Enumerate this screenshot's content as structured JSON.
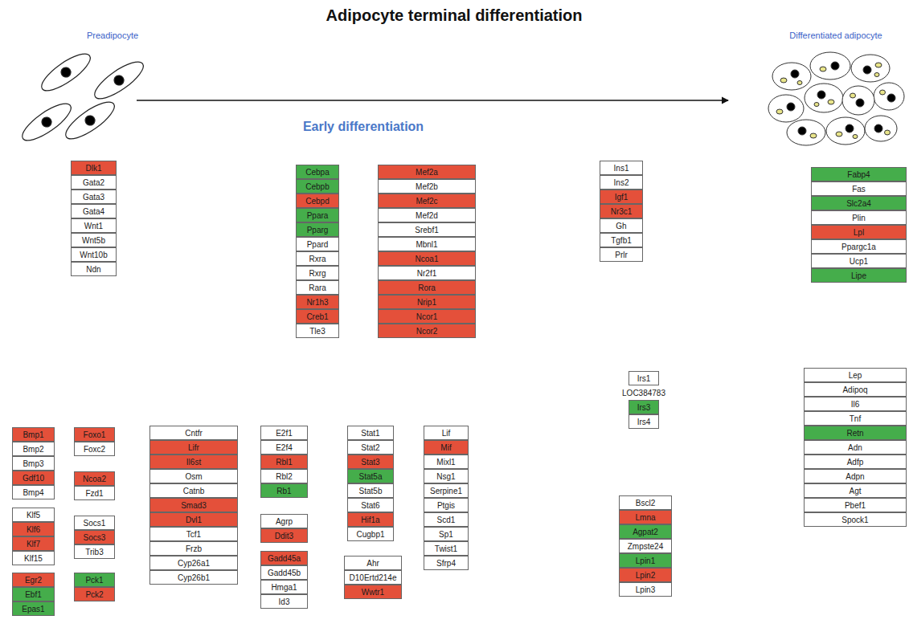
{
  "diagram": {
    "title": "Adipocyte terminal differentiation",
    "nodes": [
      {
        "text": [
          "Dlk1"
        ]
      },
      {
        "text": [
          "Gata2"
        ]
      },
      {
        "text": [
          "Gata3"
        ]
      },
      {
        "text": [
          "Gata4"
        ]
      },
      {
        "text": [
          "Wnt1"
        ]
      },
      {
        "text": [
          "Wnt5b"
        ]
      },
      {
        "text": [
          "Wnt10b"
        ]
      },
      {
        "text": [
          "Ndn"
        ]
      },
      {
        "text": [
          "Cebpa"
        ]
      },
      {
        "text": [
          "Cebpb"
        ]
      },
      {
        "text": [
          "Cebpd"
        ]
      },
      {
        "text": [
          "Ppara"
        ]
      },
      {
        "text": [
          "Pparg"
        ]
      },
      {
        "text": [
          "Ppard"
        ]
      },
      {
        "text": [
          "Rxra"
        ]
      },
      {
        "text": [
          "Rxrg"
        ]
      },
      {
        "text": [
          "Rara"
        ]
      },
      {
        "text": [
          "Nr1h3"
        ]
      },
      {
        "text": [
          "Creb1"
        ]
      },
      {
        "text": [
          "Tle3"
        ]
      },
      {
        "text": [
          "Mef2a"
        ]
      },
      {
        "text": [
          "Mef2b"
        ]
      },
      {
        "text": [
          "Mef2c"
        ]
      },
      {
        "text": [
          "Mef2d"
        ]
      },
      {
        "text": [
          "Srebf1"
        ]
      },
      {
        "text": [
          "Mbnl1"
        ]
      },
      {
        "text": [
          "Ncoa1"
        ]
      },
      {
        "text": [
          "Nr2f1"
        ]
      },
      {
        "text": [
          "Rora"
        ]
      },
      {
        "text": [
          "Nrip1"
        ]
      },
      {
        "text": [
          "Ncor1"
        ]
      },
      {
        "text": [
          "Ncor2"
        ]
      },
      {
        "text": [
          "Ins1"
        ]
      },
      {
        "text": [
          "Ins2"
        ]
      },
      {
        "text": [
          "Igf1"
        ]
      },
      {
        "text": [
          "Nr3c1"
        ]
      },
      {
        "text": [
          "Gh"
        ]
      },
      {
        "text": [
          "Tgfb1"
        ]
      },
      {
        "text": [
          "Prlr"
        ]
      },
      {
        "text": [
          "Fabp4"
        ]
      },
      {
        "text": [
          "Fas"
        ]
      },
      {
        "text": [
          "Slc2a4"
        ]
      },
      {
        "text": [
          "Plin"
        ]
      },
      {
        "text": [
          "Lpl"
        ]
      },
      {
        "text": [
          "Ppargc1a"
        ]
      },
      {
        "text": [
          "Ucp1"
        ]
      },
      {
        "text": [
          "Lipe"
        ]
      },
      {
        "text": [
          "Irs1"
        ]
      },
      {
        "text": [
          "LOC384783"
        ]
      },
      {
        "text": [
          "Irs3"
        ]
      },
      {
        "text": [
          "Irs4"
        ]
      },
      {
        "text": [
          "Lep"
        ]
      },
      {
        "text": [
          "Adipoq"
        ]
      },
      {
        "text": [
          "Il6"
        ]
      },
      {
        "text": [
          "Tnf"
        ]
      },
      {
        "text": [
          "Retn"
        ]
      },
      {
        "text": [
          "Adn"
        ]
      },
      {
        "text": [
          "Adfp"
        ]
      },
      {
        "text": [
          "Adpn"
        ]
      },
      {
        "text": [
          "Agt"
        ]
      },
      {
        "text": [
          "Pbef1"
        ]
      },
      {
        "text": [
          "Spock1"
        ]
      },
      {
        "text": [
          "Bmp1"
        ]
      },
      {
        "text": [
          "Bmp2"
        ]
      },
      {
        "text": [
          "Bmp3"
        ]
      },
      {
        "text": [
          "Gdf10"
        ]
      },
      {
        "text": [
          "Bmp4"
        ]
      },
      {
        "text": [
          "Klf5"
        ]
      },
      {
        "text": [
          "Klf6"
        ]
      },
      {
        "text": [
          "Klf7"
        ]
      },
      {
        "text": [
          "Klf15"
        ]
      },
      {
        "text": [
          "Egr2"
        ]
      },
      {
        "text": [
          "Ebf1"
        ]
      },
      {
        "text": [
          "Epas1"
        ]
      },
      {
        "text": [
          "Foxo1"
        ]
      },
      {
        "text": [
          "Foxc2"
        ]
      },
      {
        "text": [
          "Ncoa2"
        ]
      },
      {
        "text": [
          "Fzd1"
        ]
      },
      {
        "text": [
          "Socs1"
        ]
      },
      {
        "text": [
          "Socs3"
        ]
      },
      {
        "text": [
          "Trib3"
        ]
      },
      {
        "text": [
          "Pck1"
        ]
      },
      {
        "text": [
          "Pck2"
        ]
      },
      {
        "text": [
          "Cntfr"
        ]
      },
      {
        "text": [
          "Lifr"
        ]
      },
      {
        "text": [
          "Il6st"
        ]
      },
      {
        "text": [
          "Osm"
        ]
      },
      {
        "text": [
          "Catnb"
        ]
      },
      {
        "text": [
          "Smad3"
        ]
      },
      {
        "text": [
          "Dvl1"
        ]
      },
      {
        "text": [
          "Tcf1"
        ]
      },
      {
        "text": [
          "Frzb"
        ]
      },
      {
        "text": [
          "Cyp26a1"
        ]
      },
      {
        "text": [
          "Cyp26b1"
        ]
      },
      {
        "text": [
          "E2f1"
        ]
      },
      {
        "text": [
          "E2f4"
        ]
      },
      {
        "text": [
          "Rbl1"
        ]
      },
      {
        "text": [
          "Rbl2"
        ]
      },
      {
        "text": [
          "Rb1"
        ]
      },
      {
        "text": [
          "Agrp"
        ]
      },
      {
        "text": [
          "Ddit3"
        ]
      },
      {
        "text": [
          "Gadd45a"
        ]
      },
      {
        "text": [
          "Gadd45b"
        ]
      },
      {
        "text": [
          "Hmga1"
        ]
      },
      {
        "text": [
          "Id3"
        ]
      },
      {
        "text": [
          "Stat1"
        ]
      },
      {
        "text": [
          "Stat2"
        ]
      },
      {
        "text": [
          "Stat3"
        ]
      },
      {
        "text": [
          "Stat5a"
        ]
      },
      {
        "text": [
          "Stat5b"
        ]
      },
      {
        "text": [
          "Stat6"
        ]
      },
      {
        "text": [
          "Hif1a"
        ]
      },
      {
        "text": [
          "Cugbp1"
        ]
      },
      {
        "text": [
          "Ahr"
        ]
      },
      {
        "text": [
          "D10Ertd214e"
        ]
      },
      {
        "text": [
          "Wwtr1"
        ]
      },
      {
        "text": [
          "Lif"
        ]
      },
      {
        "text": [
          "Mif"
        ]
      },
      {
        "text": [
          "Mixl1"
        ]
      },
      {
        "text": [
          "Nsg1"
        ]
      },
      {
        "text": [
          "Serpine1"
        ]
      },
      {
        "text": [
          "Ptgis"
        ]
      },
      {
        "text": [
          "Scd1"
        ]
      },
      {
        "text": [
          "Sp1"
        ]
      },
      {
        "text": [
          "Twist1"
        ]
      },
      {
        "text": [
          "Sfrp4"
        ]
      },
      {
        "text": [
          "Bscl2"
        ]
      },
      {
        "text": [
          "Lmna"
        ]
      },
      {
        "text": [
          "Agpat2"
        ]
      },
      {
        "text": [
          "Zmpste24"
        ]
      },
      {
        "text": [
          "Lpin1"
        ]
      },
      {
        "text": [
          "Lpin2"
        ]
      },
      {
        "text": [
          "Lpin3"
        ]
      }
    ],
    "labels": [
      "Preadipocyte",
      "Differentiated adipocyte",
      "Early differentiation"
    ]
  }
}
